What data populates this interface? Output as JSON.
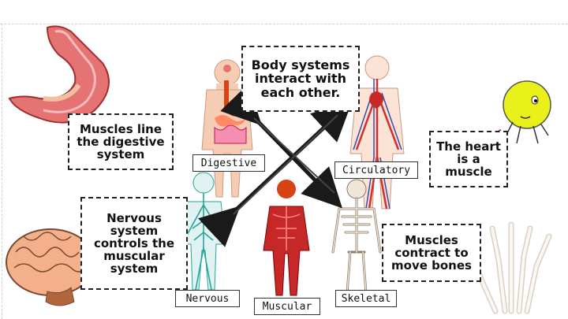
{
  "notes": {
    "title": "Body systems\ninteract with\neach other.",
    "digestive_note": "Muscles line\nthe digestive\nsystem",
    "heart_note": "The heart\nis a\nmuscle",
    "nervous_note": "Nervous\nsystem\ncontrols the\nmuscular\nsystem",
    "skeletal_note": "Muscles\ncontract to\nmove bones"
  },
  "labels": {
    "digestive": "Digestive",
    "circulatory": "Circulatory",
    "nervous": "Nervous",
    "muscular": "Muscular",
    "skeletal": "Skeletal"
  },
  "colors": {
    "skin": "#f6cdb3",
    "muscle": "#c62828",
    "vessel_red": "#d32f2f",
    "vessel_blue": "#3949ab",
    "nerve": "#26a69a",
    "bone": "#efe6d8",
    "brain": "#f3b08a",
    "heart_char": "#e9f01a",
    "stomach": "#e57373",
    "arrow": "#1a1a1a"
  }
}
